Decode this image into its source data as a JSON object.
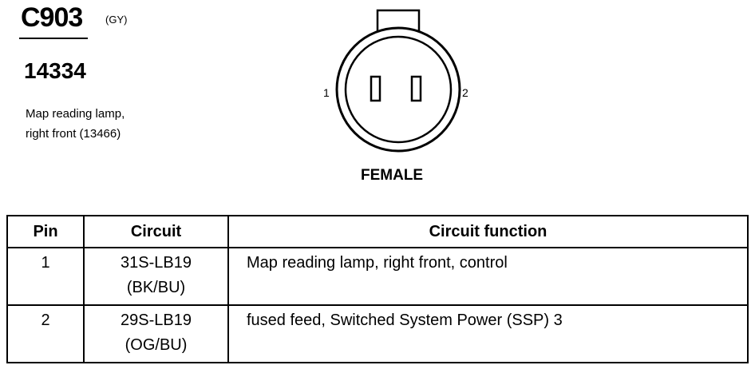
{
  "header": {
    "connector_id": "C903",
    "connector_color": "(GY)",
    "part_number": "14334",
    "description_line1": "Map reading lamp,",
    "description_line2": "right front (13466)"
  },
  "connector": {
    "pin_left_label": "1",
    "pin_right_label": "2",
    "gender": "FEMALE"
  },
  "table": {
    "headers": {
      "pin": "Pin",
      "circuit": "Circuit",
      "function": "Circuit function"
    },
    "rows": [
      {
        "pin": "1",
        "circuit": "31S-LB19",
        "color": "(BK/BU)",
        "function": "Map reading lamp, right front, control"
      },
      {
        "pin": "2",
        "circuit": "29S-LB19",
        "color": "(OG/BU)",
        "function": "fused feed, Switched System Power (SSP) 3"
      }
    ]
  }
}
